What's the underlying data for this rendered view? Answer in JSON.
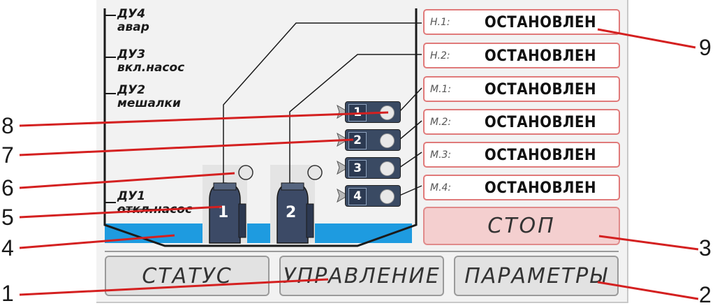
{
  "levels": {
    "du4": "ДУ4",
    "du4_sub": "авар",
    "du3": "ДУ3",
    "du3_sub": "вкл.насос",
    "du2": "ДУ2",
    "du2_sub": "мешалки",
    "du1": "ДУ1",
    "du1_sub": "откл.насос"
  },
  "pumps": [
    {
      "label": "1"
    },
    {
      "label": "2"
    }
  ],
  "mixer_buttons": [
    {
      "label": "1"
    },
    {
      "label": "2"
    },
    {
      "label": "3"
    },
    {
      "label": "4"
    }
  ],
  "status_rows": [
    {
      "tag": "Н.1:",
      "value": "ОСТАНОВЛЕН"
    },
    {
      "tag": "Н.2:",
      "value": "ОСТАНОВЛЕН"
    },
    {
      "tag": "М.1:",
      "value": "ОСТАНОВЛЕН"
    },
    {
      "tag": "М.2:",
      "value": "ОСТАНОВЛЕН"
    },
    {
      "tag": "М.3:",
      "value": "ОСТАНОВЛЕН"
    },
    {
      "tag": "М.4:",
      "value": "ОСТАНОВЛЕН"
    }
  ],
  "stop_button": "СТОП",
  "tabs": {
    "status": "СТАТУС",
    "control": "УПРАВЛЕНИЕ",
    "params": "ПАРАМЕТРЫ"
  },
  "callouts": [
    "1",
    "2",
    "3",
    "4",
    "5",
    "6",
    "7",
    "8",
    "9"
  ],
  "colors": {
    "water": "#1e9be0",
    "status_border": "#e07a7a",
    "stop_fill": "#f4cfcf",
    "callout_line": "#d42020"
  }
}
